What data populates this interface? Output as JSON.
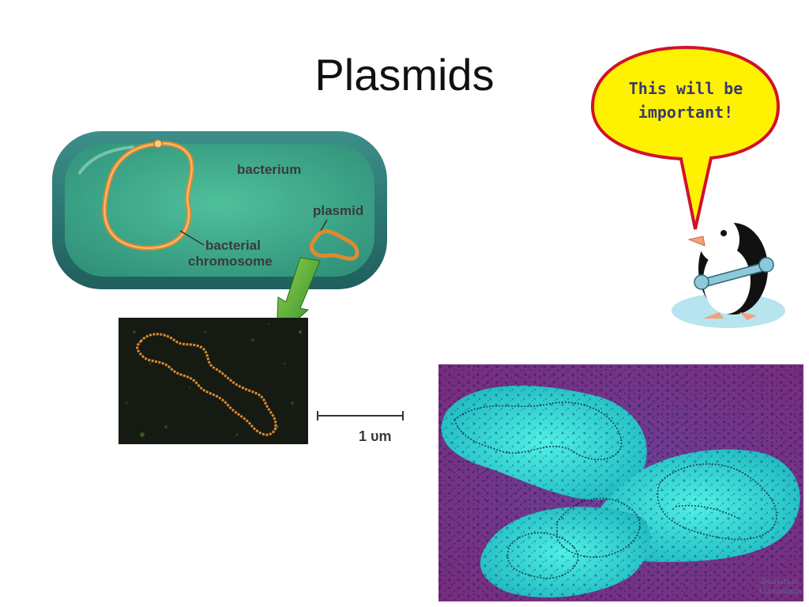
{
  "slide": {
    "title": "Plasmids"
  },
  "bacterium_diagram": {
    "label_bacterium": "bacterium",
    "label_plasmid": "plasmid",
    "label_chromosome_line1": "bacterial",
    "label_chromosome_line2": "chromosome",
    "scale_bar_label": "1 υm"
  },
  "speech_bubble": {
    "line1": "This will be",
    "line2": "important!"
  },
  "micrograph": {
    "watermark_line1": "Benjamin",
    "watermark_line2": "Cummings"
  },
  "colors": {
    "bubble_fill": "#fff200",
    "bubble_stroke": "#d1122a",
    "cell_outer": "#2f7f7a",
    "cell_inner": "#3aa98a",
    "plasmid_orange": "#e08a2e",
    "arrow_green": "#49b43b",
    "micrograph_bg": "#7a2f8c",
    "micrograph_cell": "#2fd6d0"
  }
}
